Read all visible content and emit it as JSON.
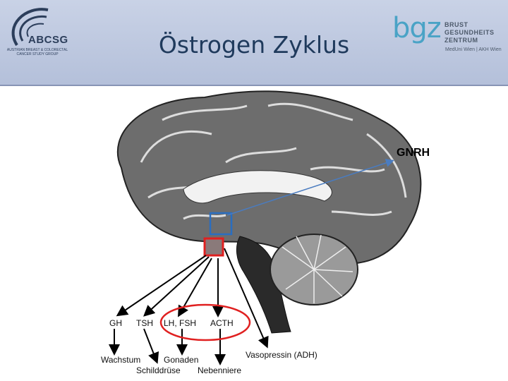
{
  "header": {
    "title": "Östrogen Zyklus",
    "logo_left": {
      "name": "ABCSG",
      "subtitle": "Austrian Breast & Colorectal Cancer Study Group"
    },
    "logo_right": {
      "name": "bgz",
      "lines": [
        "BRUST",
        "GESUNDHEITS",
        "ZENTRUM"
      ],
      "subtitle": "MedUni Wien | AKH Wien"
    }
  },
  "diagram": {
    "gnrh_label": "GNRH",
    "hormones": [
      "GH",
      "TSH",
      "LH, FSH",
      "ACTH"
    ],
    "targets": [
      "Wachstum",
      "Schilddrüse",
      "Gonaden",
      "Nebenniere"
    ],
    "vasopressin": "Vasopressin (ADH)"
  },
  "colors": {
    "header_bg": "#c0cae0",
    "title": "#1f3a5c",
    "bgz": "#4aa3c6",
    "highlight_red": "#e02020",
    "highlight_blue": "#2a6ec0"
  }
}
